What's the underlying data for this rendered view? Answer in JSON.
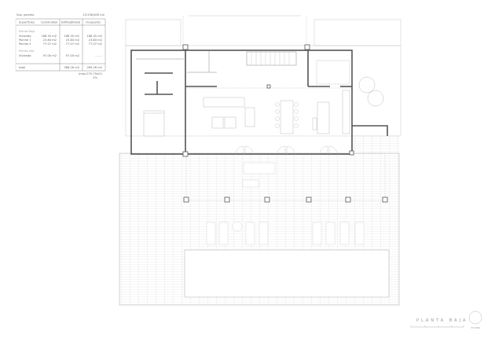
{
  "table": {
    "plot_label": "Sup. parcela",
    "plot_value": "13.536,800 m2",
    "headers": [
      "Superficies",
      "Construidas",
      "Edificabilidad",
      "Ocupación"
    ],
    "ground_floor_label": "Planta Baja",
    "ground_rows": [
      {
        "name": "Vivienda",
        "built": "168.35 m2",
        "buildable": "168.35 m2",
        "occupied": "168.35 m2"
      },
      {
        "name": "Porche 1",
        "built": "23.84 m2",
        "buildable": "23.84 m2",
        "occupied": "23.84 m2"
      },
      {
        "name": "Porche 2",
        "built": "77.07 m2",
        "buildable": "77.07 m2",
        "occupied": "77.07 m2"
      }
    ],
    "upper_floor_label": "Planta Alta",
    "upper_rows": [
      {
        "name": "Vivienda",
        "built": "97.00 m2",
        "buildable": "97.00 m2",
        "occupied": "-------"
      }
    ],
    "total_label": "total",
    "total_buildable": "366.26 m2",
    "total_occupied": "269.26 m2",
    "max_note": "(max.270.75m2)",
    "percent": "2%"
  },
  "drawing": {
    "title": "PLANTA BAJA",
    "scale": "E 1/100"
  },
  "colors": {
    "walls": "#555555",
    "lines": "#aaaaaa",
    "background": "#ffffff"
  }
}
